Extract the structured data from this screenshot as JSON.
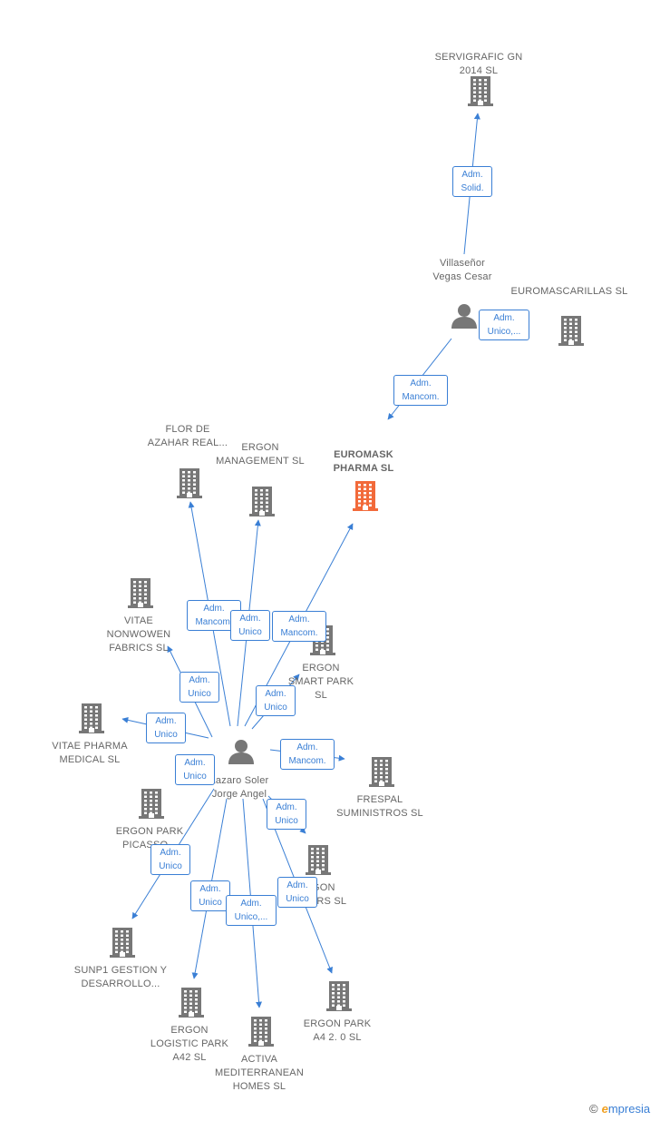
{
  "colors": {
    "edge": "#3a7fd5",
    "building": "#777777",
    "highlight": "#f26a3a",
    "person": "#777777"
  },
  "nodes": {
    "servigrafic": {
      "type": "company",
      "label": "SERVIGRAFIC GN 2014  SL"
    },
    "villasenor": {
      "type": "person",
      "label": "Villaseñor Vegas Cesar"
    },
    "euromascarillas": {
      "type": "company",
      "label": "EUROMASCARILLAS SL"
    },
    "euromask": {
      "type": "company",
      "label": "EUROMASK PHARMA  SL",
      "highlight": true
    },
    "flor": {
      "type": "company",
      "label": "FLOR DE AZAHAR REAL..."
    },
    "ergon_mgmt": {
      "type": "company",
      "label": "ERGON MANAGEMENT SL"
    },
    "vitae_nonwoven": {
      "type": "company",
      "label": "VITAE NONWOWEN FABRICS  SL"
    },
    "ergon_smart": {
      "type": "company",
      "label": "ERGON SMART PARK  SL"
    },
    "vitae_pharma": {
      "type": "company",
      "label": "VITAE PHARMA MEDICAL  SL"
    },
    "lazaro": {
      "type": "person",
      "label": "Lazaro Soler Jorge Angel"
    },
    "frespal": {
      "type": "company",
      "label": "FRESPAL SUMINISTROS SL"
    },
    "ergon_picasso": {
      "type": "company",
      "label": "ERGON PARK PICASSO..."
    },
    "ergon_towers": {
      "type": "company",
      "label": "ERGON TOWERS  SL"
    },
    "sunp1": {
      "type": "company",
      "label": "SUNP1 GESTION Y DESARROLLO..."
    },
    "ergon_logistic": {
      "type": "company",
      "label": "ERGON LOGISTIC PARK A42  SL"
    },
    "activa": {
      "type": "company",
      "label": "ACTIVA MEDITERRANEAN HOMES SL"
    },
    "ergon_a4": {
      "type": "company",
      "label": "ERGON PARK A4 2. 0  SL"
    }
  },
  "edges": [
    {
      "from": "villasenor",
      "to": "servigrafic",
      "label": "Adm. Solid."
    },
    {
      "from": "villasenor",
      "to": "euromascarillas",
      "label": "Adm. Unico,..."
    },
    {
      "from": "villasenor",
      "to": "euromask",
      "label": "Adm. Mancom."
    },
    {
      "from": "lazaro",
      "to": "flor",
      "label": "Adm. Mancom."
    },
    {
      "from": "lazaro",
      "to": "ergon_mgmt",
      "label": "Adm. Unico"
    },
    {
      "from": "lazaro",
      "to": "euromask",
      "label": "Adm. Mancom."
    },
    {
      "from": "lazaro",
      "to": "vitae_nonwoven",
      "label": "Adm. Unico"
    },
    {
      "from": "lazaro",
      "to": "ergon_smart",
      "label": "Adm. Unico"
    },
    {
      "from": "lazaro",
      "to": "vitae_pharma",
      "label": "Adm. Unico"
    },
    {
      "from": "lazaro",
      "to": "frespal",
      "label": "Adm. Mancom."
    },
    {
      "from": "lazaro",
      "to": "ergon_picasso",
      "label": "Adm. Unico"
    },
    {
      "from": "lazaro",
      "to": "ergon_towers",
      "label": "Adm. Unico"
    },
    {
      "from": "lazaro",
      "to": "sunp1",
      "label": "Adm. Unico"
    },
    {
      "from": "lazaro",
      "to": "ergon_logistic",
      "label": "Adm. Unico"
    },
    {
      "from": "lazaro",
      "to": "activa",
      "label": "Adm. Unico,..."
    },
    {
      "from": "lazaro",
      "to": "ergon_a4",
      "label": "Adm. Unico"
    }
  ],
  "footer": {
    "copyright": "©",
    "brand_initial": "e",
    "brand_rest": "mpresia"
  }
}
